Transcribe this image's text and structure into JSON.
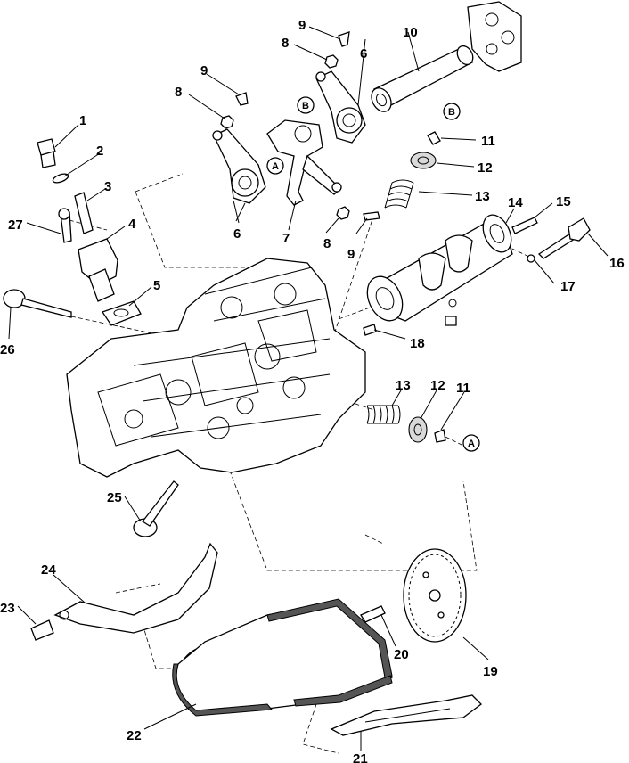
{
  "callouts": [
    {
      "id": "c1",
      "text": "1"
    },
    {
      "id": "c2",
      "text": "2"
    },
    {
      "id": "c3",
      "text": "3"
    },
    {
      "id": "c4",
      "text": "4"
    },
    {
      "id": "c5",
      "text": "5"
    },
    {
      "id": "c6a",
      "text": "6"
    },
    {
      "id": "c6b",
      "text": "6"
    },
    {
      "id": "c7",
      "text": "7"
    },
    {
      "id": "c8a",
      "text": "8"
    },
    {
      "id": "c8b",
      "text": "8"
    },
    {
      "id": "c8c",
      "text": "8"
    },
    {
      "id": "c9a",
      "text": "9"
    },
    {
      "id": "c9b",
      "text": "9"
    },
    {
      "id": "c9c",
      "text": "9"
    },
    {
      "id": "c10",
      "text": "10"
    },
    {
      "id": "c11a",
      "text": "11"
    },
    {
      "id": "c11b",
      "text": "11"
    },
    {
      "id": "c12a",
      "text": "12"
    },
    {
      "id": "c12b",
      "text": "12"
    },
    {
      "id": "c13a",
      "text": "13"
    },
    {
      "id": "c13b",
      "text": "13"
    },
    {
      "id": "c14",
      "text": "14"
    },
    {
      "id": "c15",
      "text": "15"
    },
    {
      "id": "c16",
      "text": "16"
    },
    {
      "id": "c17",
      "text": "17"
    },
    {
      "id": "c18",
      "text": "18"
    },
    {
      "id": "c19",
      "text": "19"
    },
    {
      "id": "c20",
      "text": "20"
    },
    {
      "id": "c21",
      "text": "21"
    },
    {
      "id": "c22",
      "text": "22"
    },
    {
      "id": "c23",
      "text": "23"
    },
    {
      "id": "c24",
      "text": "24"
    },
    {
      "id": "c25",
      "text": "25"
    },
    {
      "id": "c26",
      "text": "26"
    },
    {
      "id": "c27",
      "text": "27"
    }
  ],
  "markers": {
    "A": "A",
    "B": "B"
  }
}
